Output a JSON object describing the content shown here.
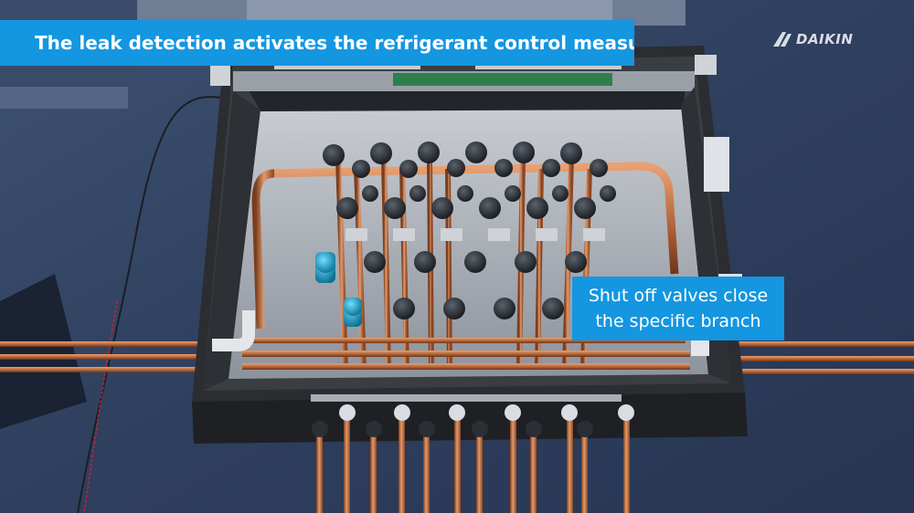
{
  "captions": {
    "top": "The leak detection activates the refrigerant control measures",
    "side_line1": "Shut off valves close",
    "side_line2": "the specific branch"
  },
  "brand": {
    "name": "DAIKIN",
    "logo_icon": "daikin-delta-icon"
  },
  "colors": {
    "caption_bg": "#1496e0",
    "caption_text": "#ffffff",
    "wall": "#2c3a57",
    "copper": "#b8673a",
    "valve_body": "#2a2f36",
    "detection_valve": "#1a9fc9",
    "box_frame": "#2b2d31"
  }
}
